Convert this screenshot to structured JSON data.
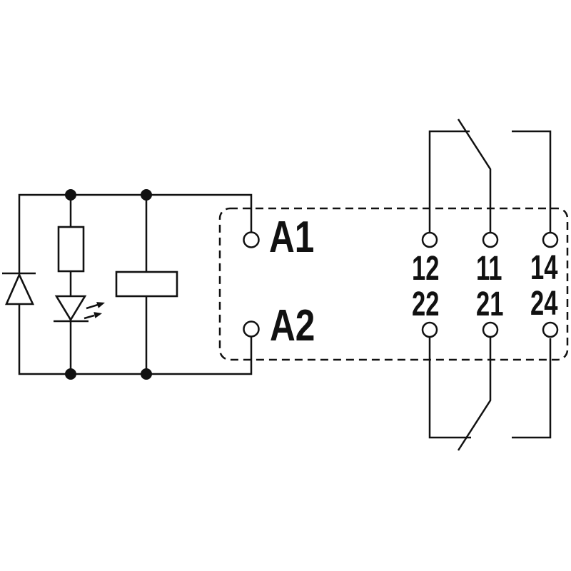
{
  "diagram": {
    "kind": "relay-wiring-schematic",
    "background_color": "#ffffff",
    "line_color": "#111111",
    "coil_side": {
      "terminals": [
        {
          "label": "A1"
        },
        {
          "label": "A2"
        }
      ],
      "components": [
        {
          "name": "suppressor-diode"
        },
        {
          "name": "resistor"
        },
        {
          "name": "led-indicator"
        },
        {
          "name": "relay-coil"
        }
      ]
    },
    "contact_side": {
      "rows": [
        {
          "nc_label": "12",
          "common_label": "11",
          "no_label": "14"
        },
        {
          "nc_label": "22",
          "common_label": "21",
          "no_label": "24"
        }
      ]
    }
  }
}
